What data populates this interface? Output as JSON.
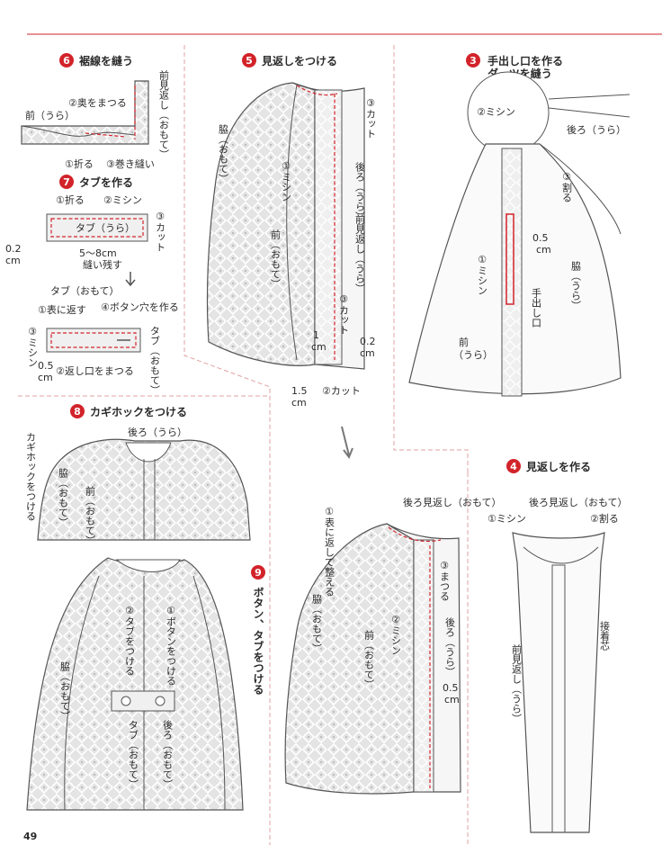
{
  "page_number": "49",
  "colors": {
    "accent": "#d2232a",
    "line": "#555555",
    "fabric": "#d9d9d9"
  },
  "step6": {
    "num": "6",
    "title": "裾線を縫う",
    "labels": [
      "前見返し（おもて）",
      "②奥をまつる",
      "前（うら）",
      "①折る",
      "③巻き縫い"
    ]
  },
  "step7": {
    "num": "7",
    "title": "タブを作る",
    "labels": [
      "①折る",
      "②ミシン",
      "③カット",
      "タブ（うら）",
      "0.2",
      "cm",
      "5〜8cm",
      "縫い残す",
      "タブ（おもて）",
      "①表に返す",
      "④ボタン穴を作る",
      "③ミシン",
      "0.5",
      "cm",
      "②返し口をまつる",
      "タブ（おもて）"
    ]
  },
  "step5": {
    "num": "5",
    "title": "見返しをつける",
    "labels": [
      "脇（おもて）",
      "①ミシン",
      "③カット",
      "後ろ（うら）",
      "前（おもて）",
      "前見返し（うら）",
      "③カット",
      "1",
      "cm",
      "0.2",
      "cm",
      "1.5",
      "cm",
      "②カット"
    ]
  },
  "step3": {
    "num": "3",
    "title1": "手出し口を作る",
    "title2": "ダーツを縫う",
    "labels": [
      "②ミシン",
      "後ろ（うら）",
      "③割る",
      "0.5",
      "cm",
      "①ミシン",
      "脇（うら）",
      "手出し口",
      "前",
      "（うら）"
    ]
  },
  "step8": {
    "num": "8",
    "title": "カギホックをつける",
    "labels": [
      "後ろ（うら）",
      "カギホックをつける",
      "脇（おもて）",
      "前（おもて）"
    ]
  },
  "step9": {
    "num": "9",
    "title": "ボタン、タブをつける",
    "labels": [
      "②タブをつける",
      "①ボタンをつける",
      "脇（おもて）",
      "タブ（おもて）",
      "後ろ（おもて）"
    ]
  },
  "step4": {
    "num": "4",
    "title": "見返しを作る",
    "labels": [
      "後ろ見返し（おもて）",
      "①ミシン",
      "②割る",
      "接着芯",
      "前見返し（うら）"
    ]
  },
  "step_final": {
    "labels": [
      "後ろ見返し（おもて）",
      "①表に返して整える",
      "③まつる",
      "脇（おもて）",
      "②ミシン",
      "前（おもて）",
      "後ろ（うら）",
      "0.5",
      "cm"
    ]
  }
}
